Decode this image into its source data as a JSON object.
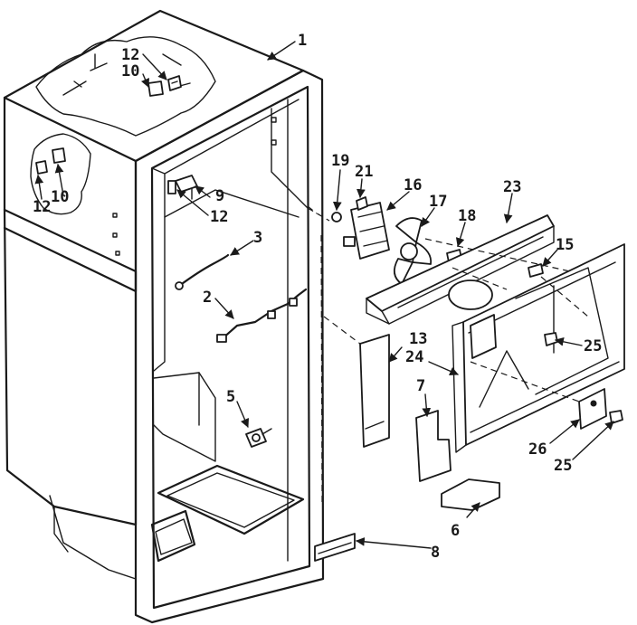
{
  "callouts": {
    "c1": "1",
    "c2": "2",
    "c3": "3",
    "c5": "5",
    "c6": "6",
    "c7": "7",
    "c8": "8",
    "c9": "9",
    "c10a": "10",
    "c10b": "10",
    "c12a": "12",
    "c12b": "12",
    "c12c": "12",
    "c13": "13",
    "c15": "15",
    "c16": "16",
    "c17": "17",
    "c18": "18",
    "c19": "19",
    "c21": "21",
    "c23": "23",
    "c24": "24",
    "c25a": "25",
    "c25b": "25",
    "c26": "26"
  }
}
